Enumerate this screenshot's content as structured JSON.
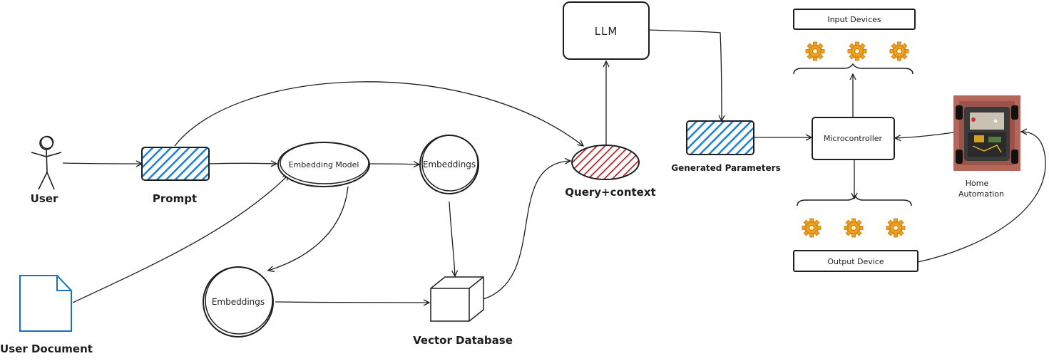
{
  "diagram": {
    "nodes": {
      "user": "User",
      "prompt": "Prompt",
      "embedding_model": "Embedding Model",
      "embeddings_top": "Embeddings",
      "embeddings_bottom": "Embeddings",
      "user_document": "User Document",
      "vector_database": "Vector Database",
      "query_context": "Query+context",
      "llm": "LLM",
      "generated_parameters": "Generated Parameters",
      "microcontroller": "Microcontroller",
      "input_devices": "Input Devices",
      "output_device": "Output Device",
      "home_automation_line1": "Home",
      "home_automation_line2": "Automation"
    },
    "colors": {
      "prompt_hatch": "#1c7ed6",
      "query_hatch": "#b02525",
      "document_stroke": "#1971c2",
      "gear": "#f0a020",
      "stroke": "#1e1e1e"
    },
    "icons": {
      "user": "stick-figure-icon",
      "document": "document-icon",
      "database": "cube-icon",
      "device": "gear-icon",
      "robot": "robot-photo"
    }
  }
}
